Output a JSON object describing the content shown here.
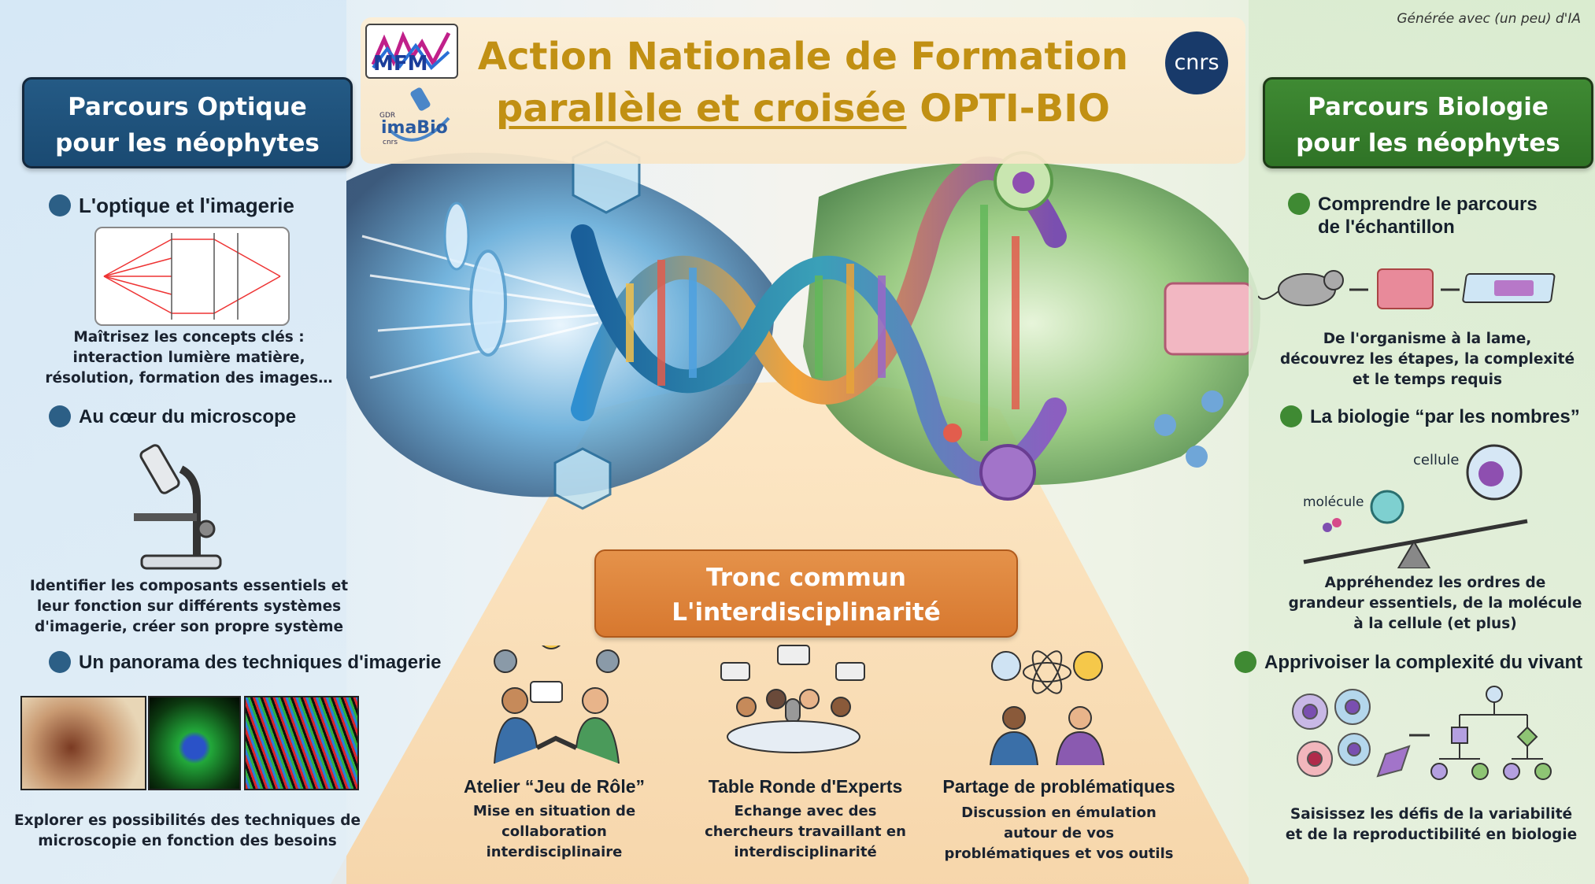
{
  "header": {
    "title_line1": "Action Nationale de Formation",
    "title_line2_underlined": "parallèle et croisée",
    "title_line2_rest": "OPTI-BIO",
    "logo_mfm": "MFM",
    "logo_gdr_small": "GDR",
    "logo_imabio": "imaBio",
    "logo_imabio_sub": "cnrs",
    "logo_cnrs": "cnrs",
    "ai_note": "Générée avec (un peu) d'IA"
  },
  "left_track": {
    "title_line1": "Parcours Optique",
    "title_line2": "pour les néophytes",
    "sections": [
      {
        "title": "L'optique et l'imagerie",
        "desc": [
          "Maîtrisez les concepts clés :",
          "interaction lumière matière,",
          "résolution, formation des images…"
        ]
      },
      {
        "title": "Au cœur du microscope",
        "desc": [
          "Identifier les composants essentiels et",
          "leur fonction sur différents systèmes",
          "d'imagerie, créer son propre système"
        ]
      },
      {
        "title": "Un panorama des techniques d'imagerie",
        "desc": [
          "Explorer es possibilités des techniques de",
          "microscopie en fonction des besoins"
        ]
      }
    ]
  },
  "right_track": {
    "title_line1": "Parcours Biologie",
    "title_line2": "pour les néophytes",
    "sections": [
      {
        "title_line1": "Comprendre le parcours",
        "title_line2": "de l'échantillon",
        "desc": [
          "De l'organisme à la lame,",
          "découvrez les étapes, la complexité",
          "et le temps requis"
        ]
      },
      {
        "title": "La biologie “par les nombres”",
        "label_cell": "cellule",
        "label_molecule": "molécule",
        "desc": [
          "Appréhendez les ordres de",
          "grandeur essentiels, de la molécule",
          "à la cellule (et plus)"
        ]
      },
      {
        "title": "Apprivoiser la complexité du vivant",
        "desc": [
          "Saisissez les défis de la variabilité",
          "et de la reproductibilité en biologie"
        ]
      }
    ]
  },
  "common": {
    "title_line1": "Tronc commun",
    "title_line2": "L'interdisciplinarité",
    "activities": [
      {
        "title": "Atelier “Jeu de Rôle”",
        "desc": [
          "Mise en situation de",
          "collaboration",
          "interdisciplinaire"
        ]
      },
      {
        "title": "Table Ronde d'Experts",
        "desc": [
          "Echange avec des",
          "chercheurs travaillant en",
          "interdisciplinarité"
        ]
      },
      {
        "title": "Partage de problématiques",
        "desc": [
          "Discussion en émulation",
          "autour de vos",
          "problématiques et vos outils"
        ]
      }
    ]
  },
  "colors": {
    "optics_blue": "#1f4f78",
    "biology_green": "#3a8530",
    "title_gold": "#c19013",
    "tronc_orange": "#d9813a"
  }
}
